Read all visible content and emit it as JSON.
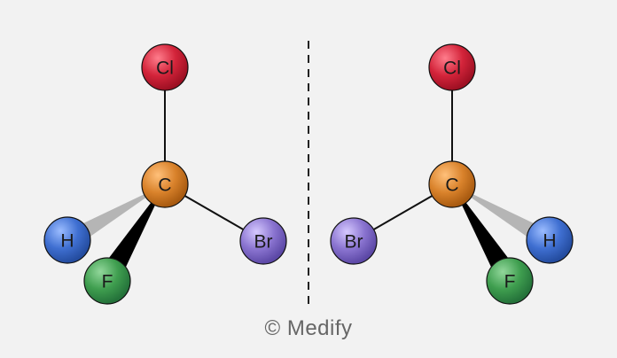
{
  "molecules": [
    {
      "center": "C",
      "top": "Cl",
      "wedge_bond": "F",
      "hash_bond": "H",
      "plain_bond": "Br"
    },
    {
      "center": "C",
      "top": "Cl",
      "wedge_bond": "F",
      "hash_bond": "H",
      "plain_bond": "Br"
    }
  ],
  "atom_colors": {
    "Cl": "#d3243a",
    "C": "#d9822b",
    "H": "#3f6fd1",
    "F": "#3f9e4f",
    "Br": "#8a74d0"
  },
  "credit": "© Medify"
}
